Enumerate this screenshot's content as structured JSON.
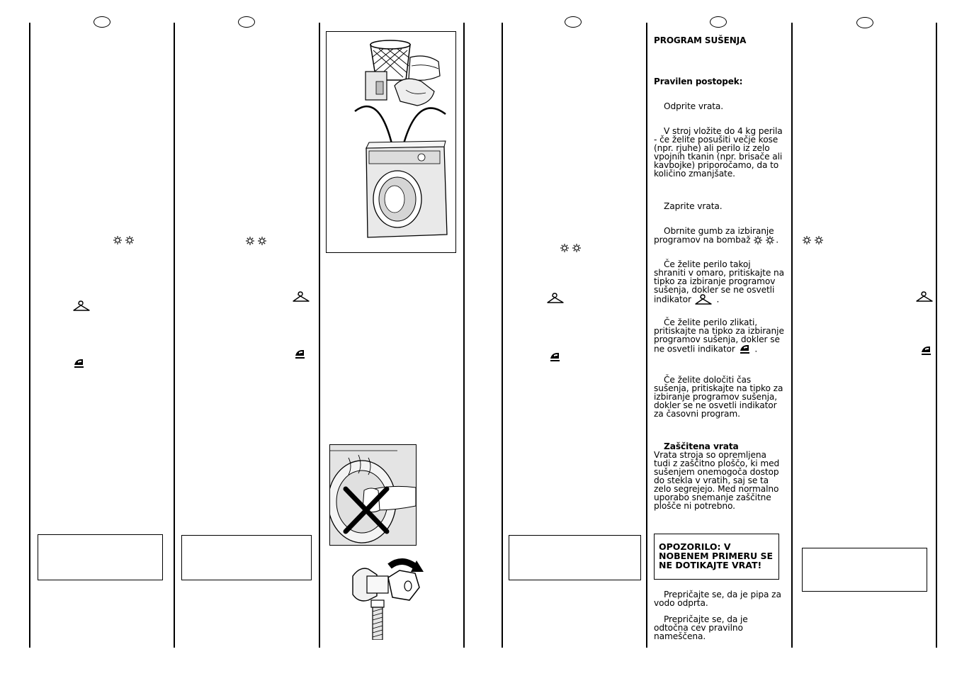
{
  "drying": {
    "title": "PROGRAM SUŠENJA",
    "subtitle": "Pravilen postopek:",
    "step1": "Odprite vrata.",
    "step2": "V stroj vložite do 4 kg perila - če želite posušiti večje kose (npr. rjuhe) ali perilo iz zelo vpojnih tkanin (npr. brisače ali kavbojke) priporočamo, da to količino zmanjšate.",
    "step3": "Zaprite vrata.",
    "step4": "Obrnite gumb za izbiranje programov na bombaž",
    "step5": "Če želite perilo takoj shraniti v omaro, pritiskajte na tipko za izbiranje programov sušenja, dokler se ne osvetli indikator",
    "step6": "Če želite perilo zlikati, pritiskajte na tipko za izbiranje programov sušenja, dokler se ne osvetli indikator",
    "step7": "Če želite določiti čas sušenja, pritiskajte na tipko za izbiranje programov sušenja, dokler se ne osvetli indikator za časovni program.",
    "door_title": "Zaščitena vrata",
    "door_text": "Vrata stroja so opremljena tudi z zaščitno ploščo, ki med sušenjem onemogoča dostop do stekla v vratih, saj se ta zelo segrejejo. Med normalno uporabo snemanje zaščitne plošče ni potrebno.",
    "warning": "OPOZORILO: V NOBENEM PRIMERU SE NE DOTIKAJTE VRAT!",
    "check1": "Prepričajte se, da je pipa za vodo odprta.",
    "check2": "Prepričajte se, da je odtočna cev pravilno nameščena."
  },
  "icons": [
    "sun-pair-icon",
    "hanger-icon",
    "iron-icon",
    "laundry-basket-illustration",
    "washing-machine-illustration",
    "door-no-touch-illustration",
    "water-tap-illustration"
  ]
}
